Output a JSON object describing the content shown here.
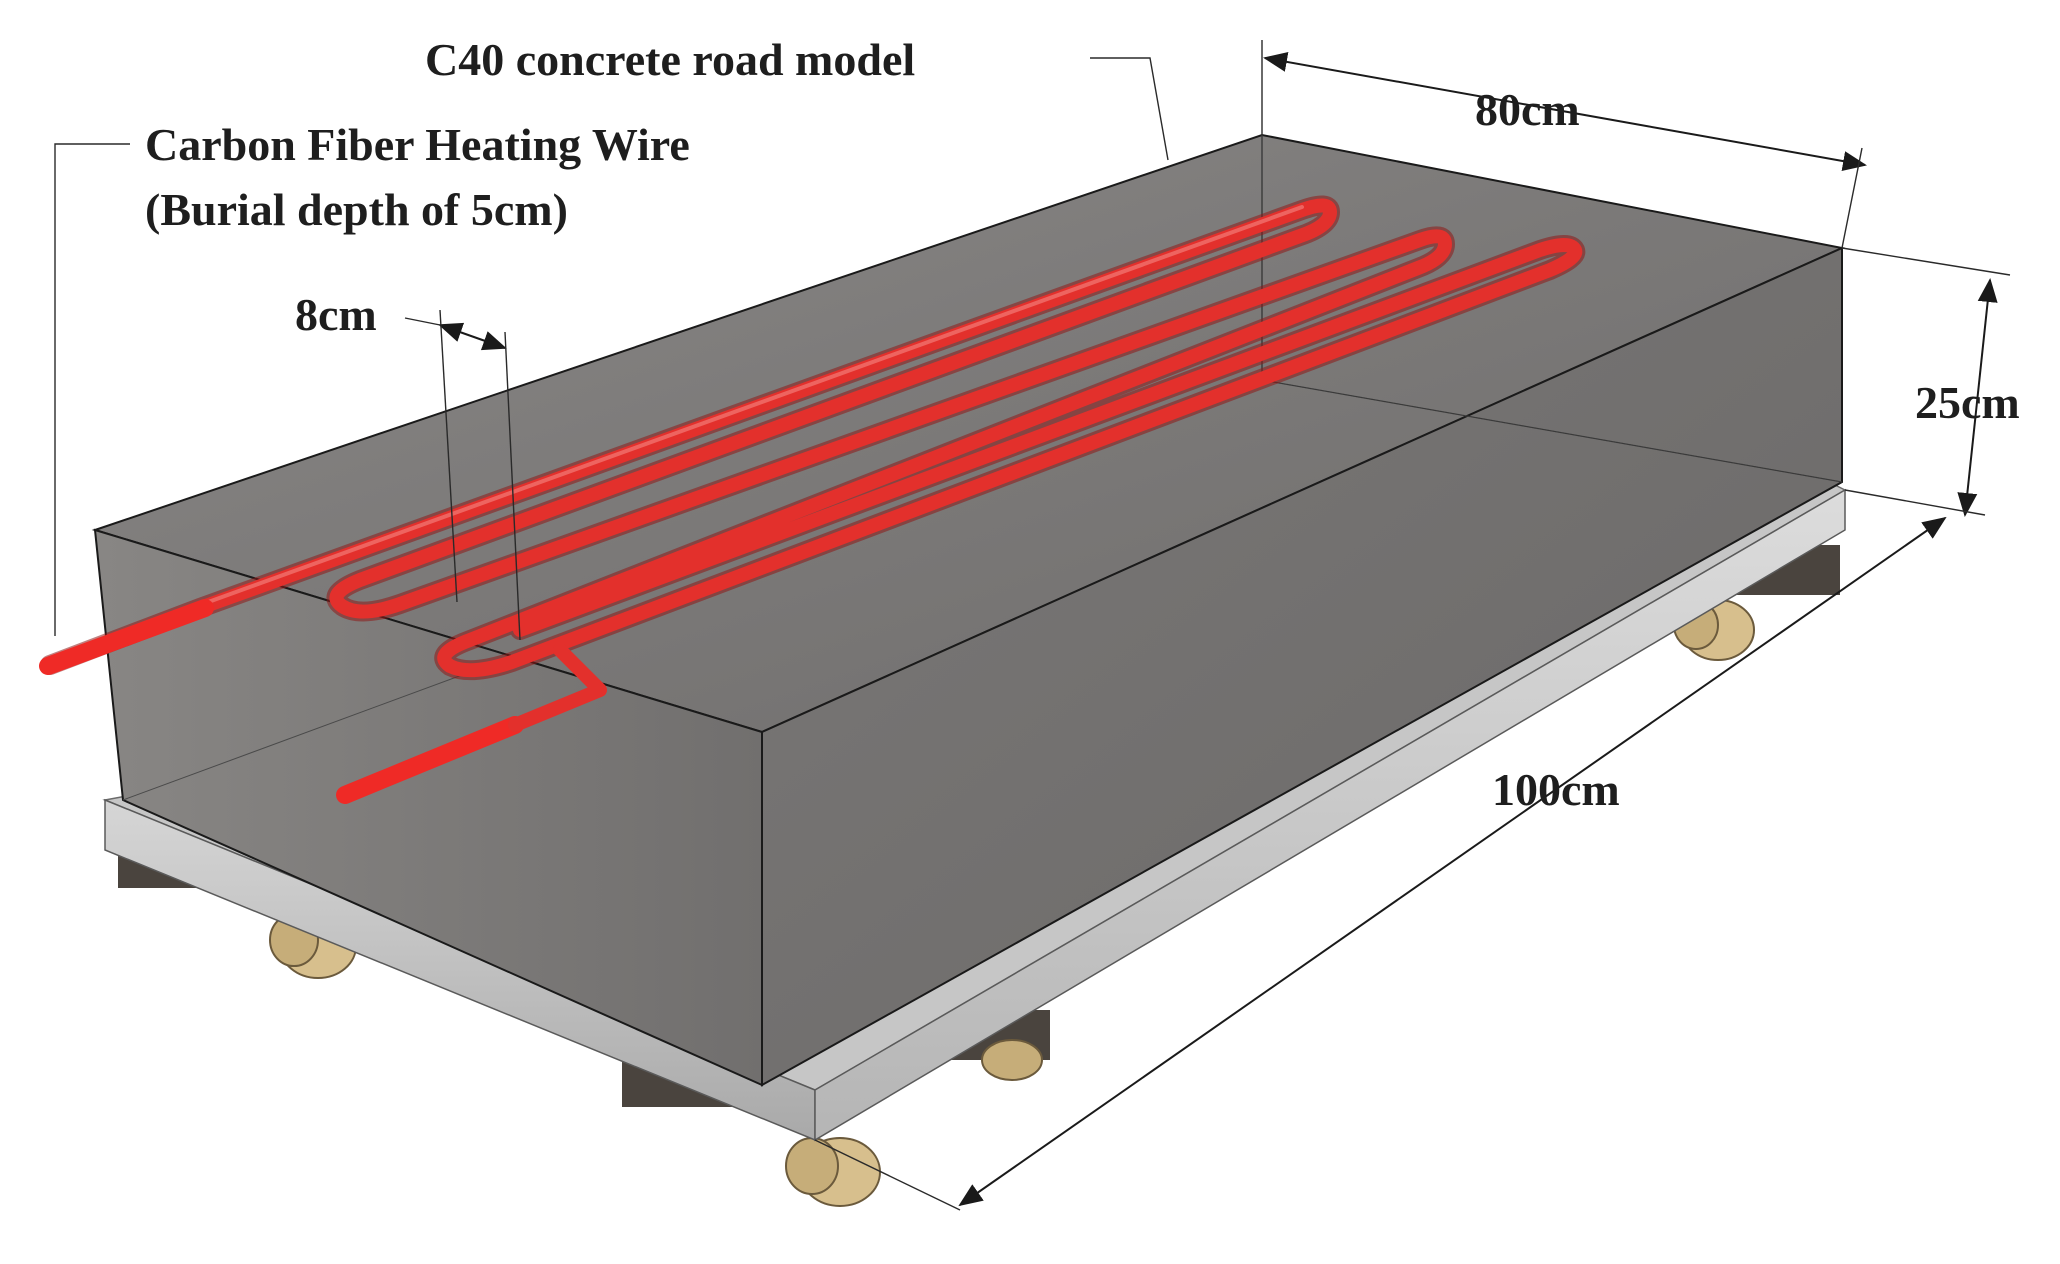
{
  "labels": {
    "model": "C40 concrete road model",
    "wire_line1": "Carbon Fiber Heating Wire",
    "wire_line2": "(Burial depth of 5cm)",
    "spacing": "8cm",
    "width": "80cm",
    "height": "25cm",
    "length": "100cm"
  },
  "colors": {
    "concrete": "#7d7b7a",
    "wire": "#e3302c",
    "base_plate": "#c9c9c9",
    "wheel": "#d7bf8d",
    "outline": "#1a1a1a"
  }
}
